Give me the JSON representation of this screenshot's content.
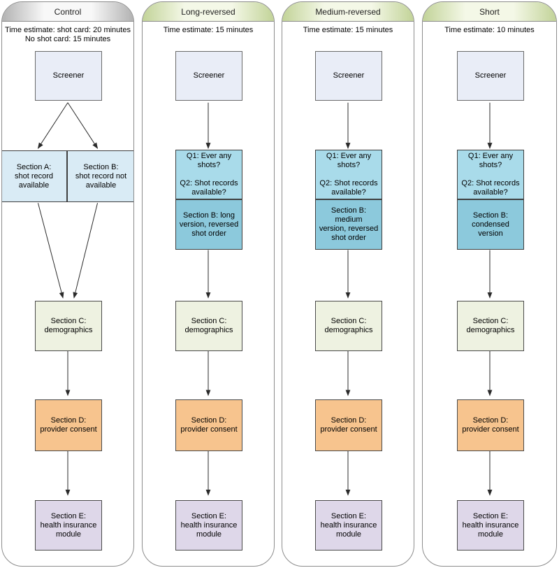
{
  "figure": {
    "type": "survey-version-flow-diagram",
    "description_colors": {
      "panel_border": "#8c8c8c",
      "header_gray": "#b2b2b2",
      "header_green": "#c2d398",
      "screener_fill": "#e9edf7",
      "section_ab_fill": "#d9ebf5",
      "questions_fill": "#a9dbea",
      "section_b_fill": "#8cc9dc",
      "section_c_fill": "#eef2e1",
      "section_d_fill": "#f7c48e",
      "section_e_fill": "#ded7e9",
      "arrow": "#2a2a2a"
    }
  },
  "columns": [
    {
      "title": "Control",
      "header_style": "gray",
      "time_lines": [
        "Time estimate: shot card: 20 minutes",
        "No shot card: 15 minutes"
      ],
      "boxes": {
        "screener": "Screener",
        "section_a": "Section A:\nshot record\navailable",
        "section_b": "Section B:\nshot record not\navailable",
        "section_c": "Section C:\ndemographics",
        "section_d": "Section D:\nprovider consent",
        "section_e": "Section E:\nhealth insurance\nmodule"
      }
    },
    {
      "title": "Long-reversed",
      "header_style": "green",
      "time_lines": [
        "Time estimate: 15 minutes"
      ],
      "boxes": {
        "screener": "Screener",
        "questions": "Q1: Ever any\nshots?\n\nQ2: Shot records\navailable?",
        "section_b": "Section B: long\nversion, reversed\nshot order",
        "section_c": "Section C:\ndemographics",
        "section_d": "Section D:\nprovider consent",
        "section_e": "Section E:\nhealth insurance\nmodule"
      }
    },
    {
      "title": "Medium-reversed",
      "header_style": "green",
      "time_lines": [
        "Time estimate: 15 minutes"
      ],
      "boxes": {
        "screener": "Screener",
        "questions": "Q1: Ever any\nshots?\n\nQ2: Shot records\navailable?",
        "section_b": "Section B: medium\nversion, reversed\nshot order",
        "section_c": "Section C:\ndemographics",
        "section_d": "Section D:\nprovider consent",
        "section_e": "Section E:\nhealth insurance\nmodule"
      }
    },
    {
      "title": "Short",
      "header_style": "green",
      "time_lines": [
        "Time estimate: 10 minutes"
      ],
      "boxes": {
        "screener": "Screener",
        "questions": "Q1: Ever any\nshots?\n\nQ2: Shot records\navailable?",
        "section_b": "Section B:\ncondensed\nversion",
        "section_c": "Section C:\ndemographics",
        "section_d": "Section D:\nprovider consent",
        "section_e": "Section E:\nhealth insurance\nmodule"
      }
    }
  ]
}
